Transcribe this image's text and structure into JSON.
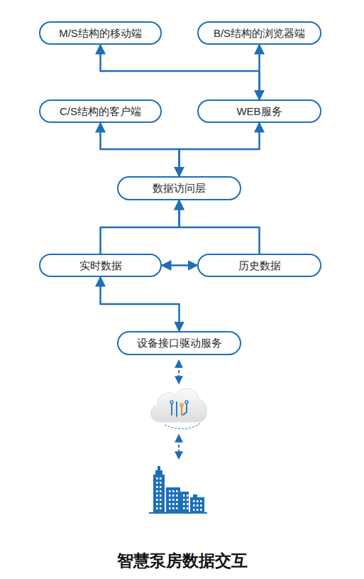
{
  "diagram": {
    "title": "智慧泵房数据交互",
    "nodes": [
      {
        "text": [
          "M/S结构的移动端"
        ]
      },
      {
        "text": [
          "B/S结构的浏览器端"
        ]
      },
      {
        "text": [
          "C/S结构的客户端"
        ]
      },
      {
        "text": [
          "WEB服务"
        ]
      },
      {
        "text": [
          "数据访问层"
        ]
      },
      {
        "text": [
          "实时数据"
        ]
      },
      {
        "text": [
          "历史数据"
        ]
      },
      {
        "text": [
          "设备接口驱动服务"
        ]
      }
    ],
    "edges": [
      {
        "from": 3,
        "to": 0,
        "arrow": "both"
      },
      {
        "from": 3,
        "to": 1,
        "arrow": "both"
      },
      {
        "from": 4,
        "to": 2,
        "arrow": "both"
      },
      {
        "from": 4,
        "to": 3,
        "arrow": "both"
      },
      {
        "from": 5,
        "to": 4,
        "arrow": "to"
      },
      {
        "from": 6,
        "to": 4,
        "arrow": "to"
      },
      {
        "from": 5,
        "to": 6,
        "arrow": "both"
      },
      {
        "from": 7,
        "to": 5,
        "arrow": "both"
      }
    ]
  }
}
